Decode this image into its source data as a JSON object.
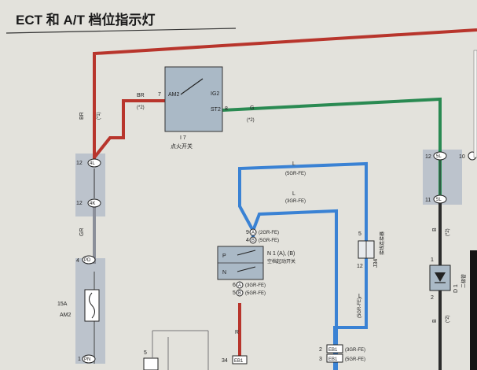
{
  "title": "ECT 和 A/T 档位指示灯",
  "labels": {
    "pin_am2": "AM2",
    "pin_ig2": "IG2",
    "pin_st2": "ST2",
    "pin_7": "7",
    "pin_8": "8",
    "ignition_id": "I 7",
    "ignition_name": "点火开关",
    "br": "BR",
    "g": "G",
    "gr": "GR",
    "l": "L",
    "r": "R",
    "b_wire": "B",
    "note1": "(*1)",
    "note2": "(*2)",
    "c4l": "4L",
    "c4k": "4K",
    "c5l": "5L",
    "pd": "PD",
    "pn": "PN",
    "eb1": "EB1",
    "a": "A",
    "b": "B",
    "p": "P",
    "n": "N",
    "pin1": "1",
    "pin2": "2",
    "pin3": "3",
    "pin4": "4",
    "pin5": "5",
    "pin6": "6",
    "pin9": "9",
    "pin10": "10",
    "pin11": "11",
    "pin12": "12",
    "pin34": "34",
    "fuse_rating": "15A",
    "fuse_name": "AM2",
    "n1": "N 1 (A), (B)",
    "n1_name": "空档起动开关",
    "gr2": "(2GR-FE)",
    "gr3": "(3GR-FE)",
    "gr5": "(5GR-FE)",
    "j34": "J34",
    "j34_name": "接线连接器",
    "d1": "D 1",
    "d1_name": "二极管"
  }
}
